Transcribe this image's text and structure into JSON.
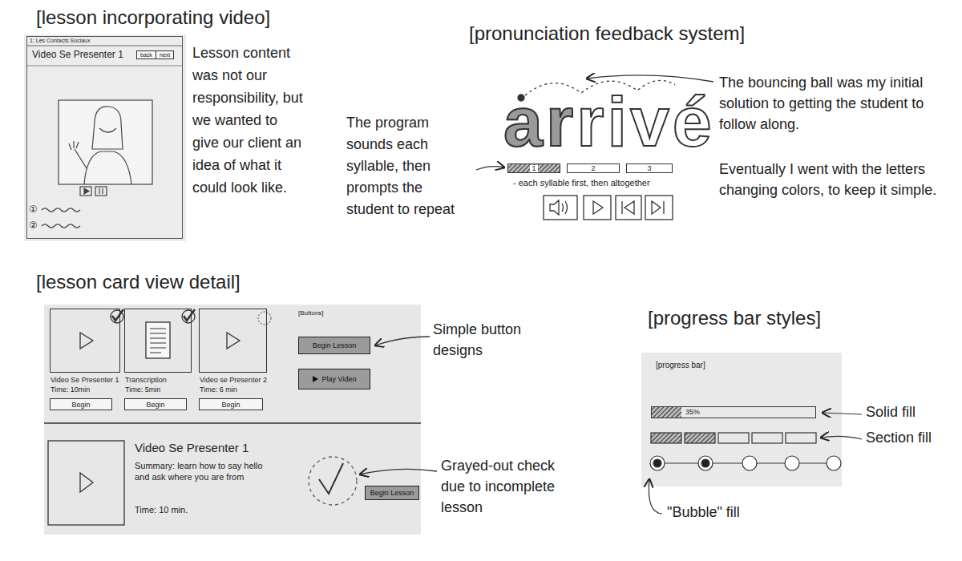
{
  "diagram": {
    "nodes": [
      {
        "text": [
          "1: Les Contacts Sociaux",
          "Video Se Presenter 1"
        ]
      },
      {
        "text": [
          "back"
        ],
        "in": 0
      },
      {
        "text": [
          "next"
        ],
        "in": 0
      },
      {
        "text": [
          "1"
        ]
      },
      {
        "text": [
          "2"
        ]
      },
      {
        "text": [
          "3"
        ]
      },
      {
        "text": [
          "Video Se Presenter 1",
          "Time: 10min"
        ]
      },
      {
        "text": [
          "Transcription",
          "Time: 5min"
        ]
      },
      {
        "text": [
          "Video se Presenter 2",
          "Time: 6 min"
        ]
      },
      {
        "text": [
          "Begin"
        ]
      },
      {
        "text": [
          "Begin"
        ]
      },
      {
        "text": [
          "Begin"
        ]
      },
      {
        "text": [
          "Begin Lesson"
        ]
      },
      {
        "text": [
          "Play Video"
        ]
      },
      {
        "text": [
          "Begin Lesson"
        ]
      },
      {
        "text": [
          "35%"
        ]
      }
    ],
    "labels": [
      "[lesson incorporating video]",
      "Lesson content was not our responsibility, but we wanted to give our client an idea of what it could look like.",
      "①",
      "②",
      "[pronunciation feedback system]",
      "arrivé",
      "- each syllable first, then altogether",
      "The program sounds each syllable, then prompts the student to repeat",
      "The bouncing ball was my initial solution to getting the student to follow along.",
      "Eventually I went with the letters changing colors, to keep it simple.",
      "[lesson card view detail]",
      "[Buttons]",
      "Simple button designs",
      "Video Se Presenter 1",
      "Summary: learn how to say hello and ask where you are from",
      "Time: 10 min.",
      "Grayed-out check due to incomplete lesson",
      "[progress bar styles]",
      "[progress bar]",
      "Solid fill",
      "Section fill",
      "\"Bubble\" fill"
    ]
  }
}
